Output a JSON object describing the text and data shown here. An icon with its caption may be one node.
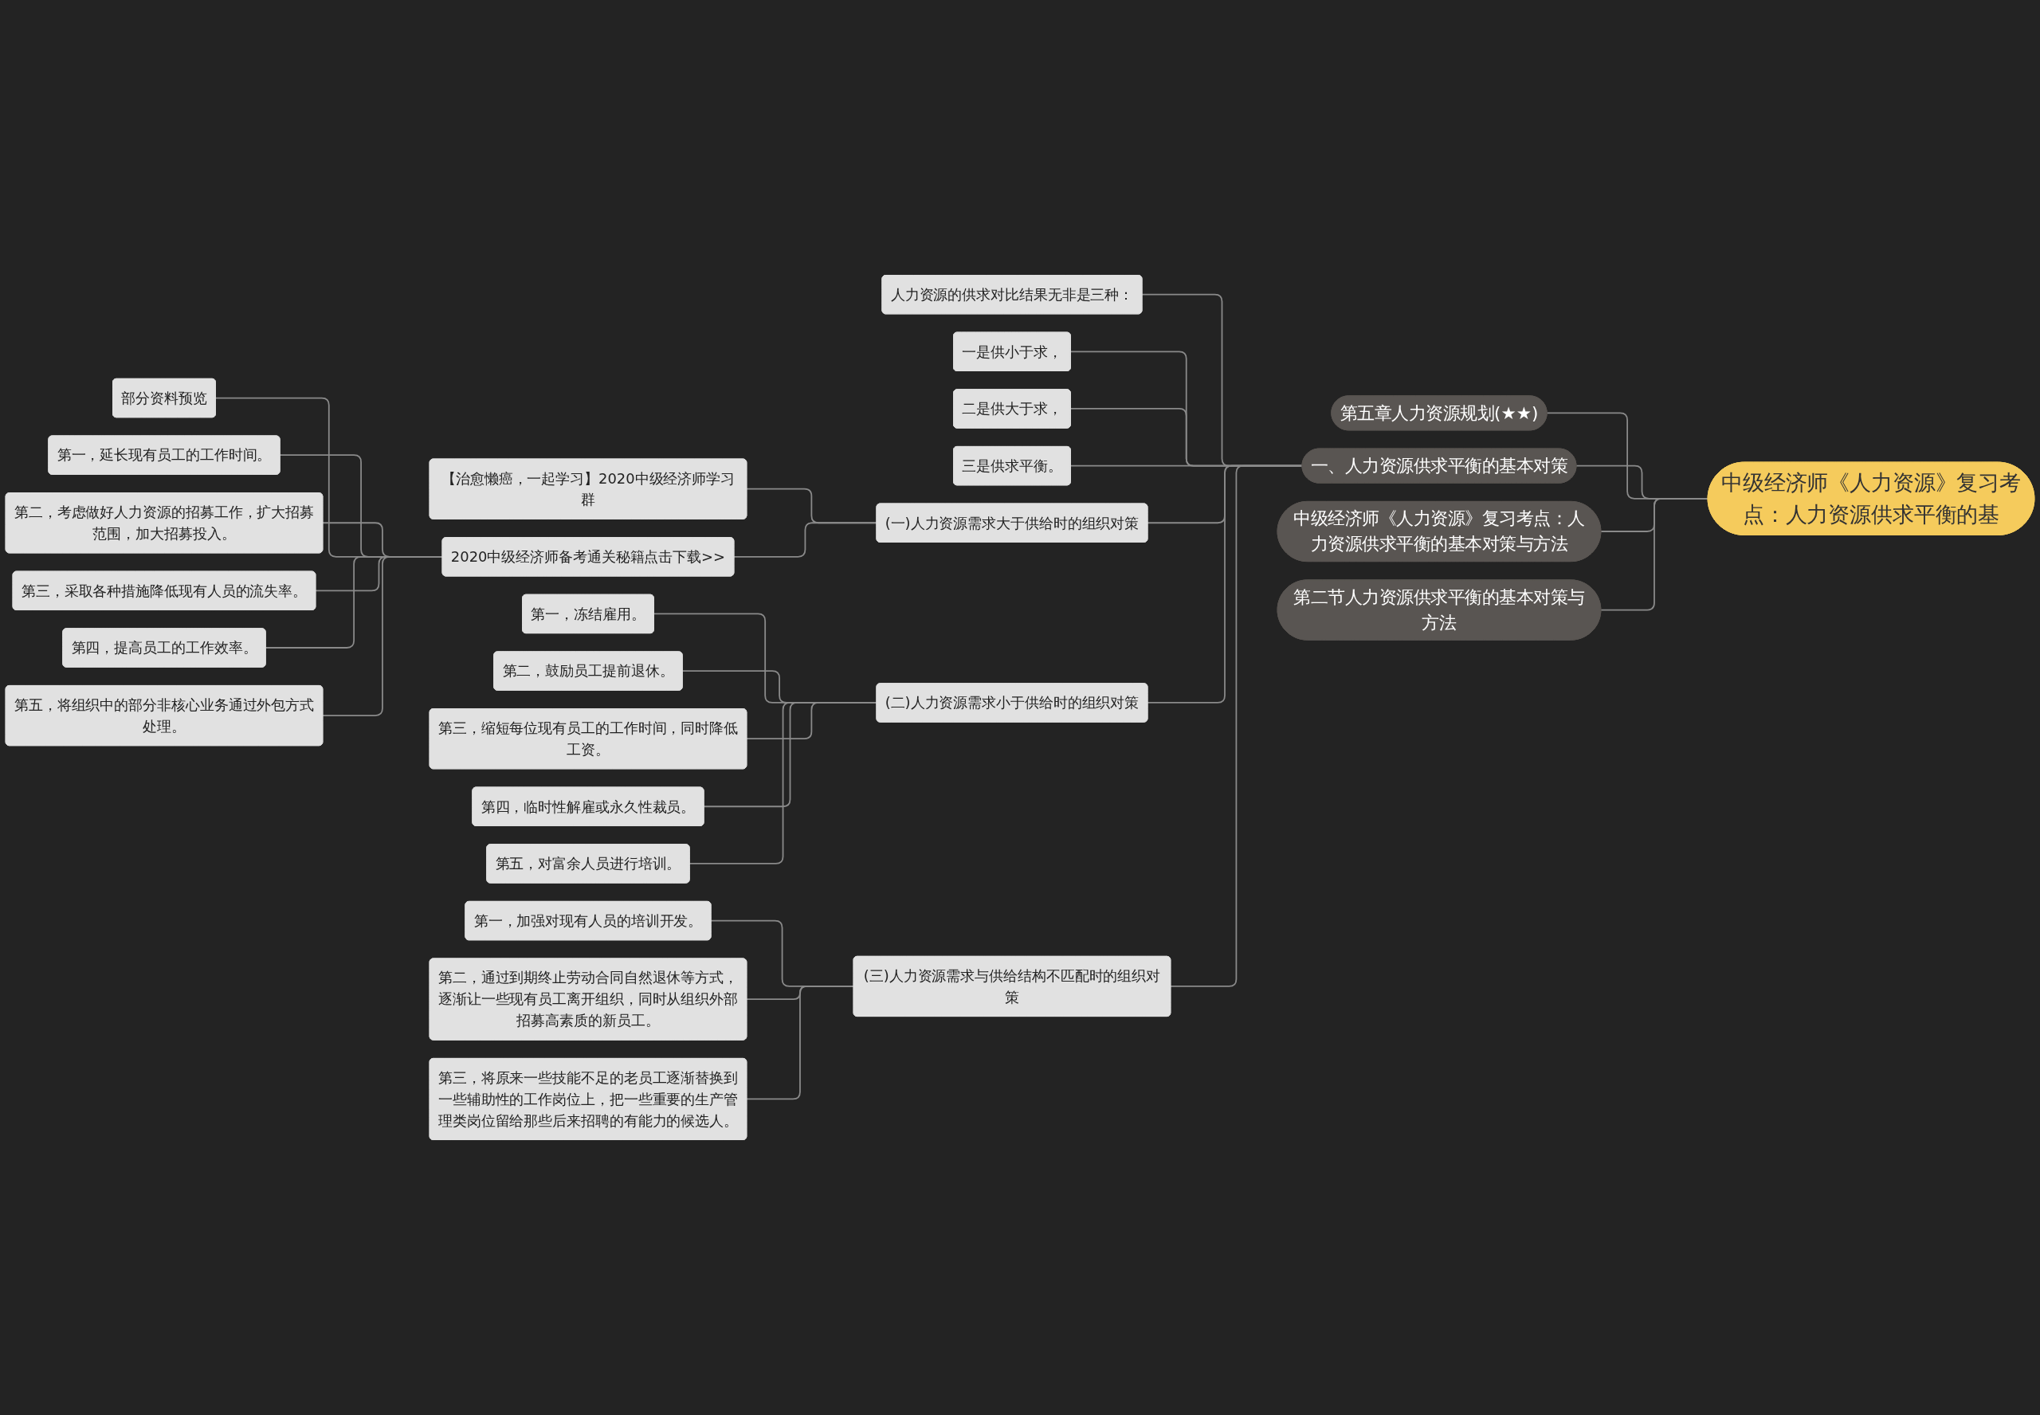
{
  "diagram": {
    "nodes": [
      {
        "text": [
          "中级经济师《人力资源》复习考点：人力资源供求平衡的基"
        ]
      },
      {
        "text": [
          "第五章人力资源规划(★★)"
        ]
      },
      {
        "text": [
          "一、人力资源供求平衡的基本对策"
        ]
      },
      {
        "text": [
          "中级经济师《人力资源》复习考点：人力资源供求平衡的基本对策与方法"
        ]
      },
      {
        "text": [
          "第二节人力资源供求平衡的基本对策与方法"
        ]
      },
      {
        "text": [
          "人力资源的供求对比结果无非是三种："
        ]
      },
      {
        "text": [
          "一是供小于求，"
        ]
      },
      {
        "text": [
          "二是供大于求，"
        ]
      },
      {
        "text": [
          "三是供求平衡。"
        ]
      },
      {
        "text": [
          "(一)人力资源需求大于供给时的组织对策"
        ]
      },
      {
        "text": [
          "【治愈懒癌，一起学习】2020中级经济师学习群"
        ]
      },
      {
        "text": [
          "2020中级经济师备考通关秘籍点击下载>>"
        ]
      },
      {
        "text": [
          "部分资料预览"
        ]
      },
      {
        "text": [
          "第一，延长现有员工的工作时间。"
        ]
      },
      {
        "text": [
          "第二，考虑做好人力资源的招募工作，扩大招募范围，加大招募投入。"
        ]
      },
      {
        "text": [
          "第三，采取各种措施降低现有人员的流失率。"
        ]
      },
      {
        "text": [
          "第四，提高员工的工作效率。"
        ]
      },
      {
        "text": [
          "第五，将组织中的部分非核心业务通过外包方式处理。"
        ]
      },
      {
        "text": [
          "(二)人力资源需求小于供给时的组织对策"
        ]
      },
      {
        "text": [
          "第一，冻结雇用。"
        ]
      },
      {
        "text": [
          "第二，鼓励员工提前退休。"
        ]
      },
      {
        "text": [
          "第三，缩短每位现有员工的工作时间，同时降低工资。"
        ]
      },
      {
        "text": [
          "第四，临时性解雇或永久性裁员。"
        ]
      },
      {
        "text": [
          "第五，对富余人员进行培训。"
        ]
      },
      {
        "text": [
          "(三)人力资源需求与供给结构不匹配时的组织对策"
        ]
      },
      {
        "text": [
          "第一，加强对现有人员的培训开发。"
        ]
      },
      {
        "text": [
          "第二，通过到期终止劳动合同自然退休等方式，逐渐让一些现有员工离开组织，同时从组织外部招募高素质的新员工。"
        ]
      },
      {
        "text": [
          "第三，将原来一些技能不足的老员工逐渐替换到一些辅助性的工作岗位上，把一些重要的生产管理类岗位留给那些后来招聘的有能力的候选人。"
        ]
      }
    ],
    "edges": [
      {
        "from": 0,
        "to": 1,
        "arrow": "none"
      },
      {
        "from": 0,
        "to": 2,
        "arrow": "none"
      },
      {
        "from": 0,
        "to": 3,
        "arrow": "none"
      },
      {
        "from": 0,
        "to": 4,
        "arrow": "none"
      },
      {
        "from": 2,
        "to": 5,
        "arrow": "none"
      },
      {
        "from": 2,
        "to": 6,
        "arrow": "none"
      },
      {
        "from": 2,
        "to": 7,
        "arrow": "none"
      },
      {
        "from": 2,
        "to": 8,
        "arrow": "none"
      },
      {
        "from": 2,
        "to": 9,
        "arrow": "none"
      },
      {
        "from": 9,
        "to": 10,
        "arrow": "none"
      },
      {
        "from": 9,
        "to": 11,
        "arrow": "none"
      },
      {
        "from": 11,
        "to": 12,
        "arrow": "none"
      },
      {
        "from": 11,
        "to": 13,
        "arrow": "none"
      },
      {
        "from": 11,
        "to": 14,
        "arrow": "none"
      },
      {
        "from": 11,
        "to": 15,
        "arrow": "none"
      },
      {
        "from": 11,
        "to": 16,
        "arrow": "none"
      },
      {
        "from": 11,
        "to": 17,
        "arrow": "none"
      },
      {
        "from": 2,
        "to": 18,
        "arrow": "none"
      },
      {
        "from": 18,
        "to": 19,
        "arrow": "none"
      },
      {
        "from": 18,
        "to": 20,
        "arrow": "none"
      },
      {
        "from": 18,
        "to": 21,
        "arrow": "none"
      },
      {
        "from": 18,
        "to": 22,
        "arrow": "none"
      },
      {
        "from": 18,
        "to": 23,
        "arrow": "none"
      },
      {
        "from": 2,
        "to": 24,
        "arrow": "none"
      },
      {
        "from": 24,
        "to": 25,
        "arrow": "none"
      },
      {
        "from": 24,
        "to": 26,
        "arrow": "none"
      },
      {
        "from": 24,
        "to": 27,
        "arrow": "none"
      }
    ]
  }
}
